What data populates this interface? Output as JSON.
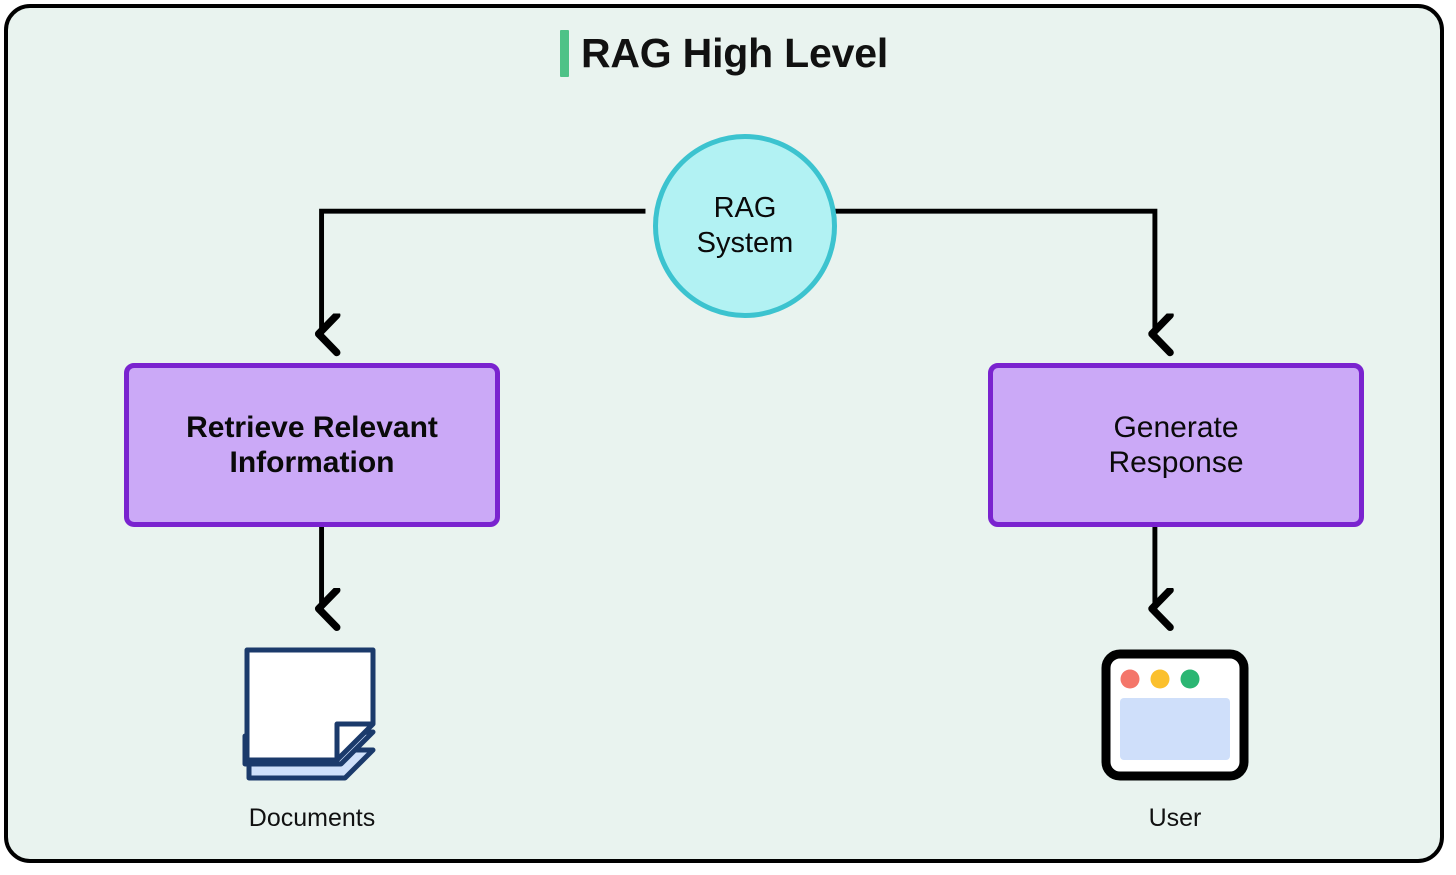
{
  "diagram": {
    "title": "RAG High Level",
    "accent_color": "#4ec287",
    "background_color": "#e9f3ef",
    "border_color": "#000000",
    "type": "flowchart",
    "nodes": [
      {
        "id": "rag-system",
        "label": "RAG\nSystem",
        "shape": "circle",
        "fill": "#b2f2f3",
        "stroke": "#3cc3cf"
      },
      {
        "id": "retrieve",
        "label": "Retrieve Relevant\nInformation",
        "shape": "rounded-rect",
        "fill": "#cba9f7",
        "stroke": "#7a23cf"
      },
      {
        "id": "generate",
        "label": "Generate\nResponse",
        "shape": "rounded-rect",
        "fill": "#cba9f7",
        "stroke": "#7a23cf"
      },
      {
        "id": "documents",
        "label": "Documents",
        "shape": "icon",
        "icon": "documents-stack-icon"
      },
      {
        "id": "user",
        "label": "User",
        "shape": "icon",
        "icon": "browser-window-icon"
      }
    ],
    "edges": [
      {
        "from": "rag-system",
        "to": "retrieve",
        "style": "elbow-arrow"
      },
      {
        "from": "rag-system",
        "to": "generate",
        "style": "elbow-arrow"
      },
      {
        "from": "retrieve",
        "to": "documents",
        "style": "straight-arrow"
      },
      {
        "from": "generate",
        "to": "user",
        "style": "straight-arrow"
      }
    ],
    "edge_color": "#000000"
  },
  "icons": {
    "documents": {
      "name": "documents-stack-icon",
      "page_fill": "#ffffff",
      "stack_fill": "#cfe0fa",
      "outline": "#1b3a6b"
    },
    "browser": {
      "name": "browser-window-icon",
      "frame": "#000000",
      "window_fill": "#ffffff",
      "content_fill": "#cfdffa",
      "dot_red": "#f4766a",
      "dot_yellow": "#fbc02d",
      "dot_green": "#2bb673"
    }
  }
}
